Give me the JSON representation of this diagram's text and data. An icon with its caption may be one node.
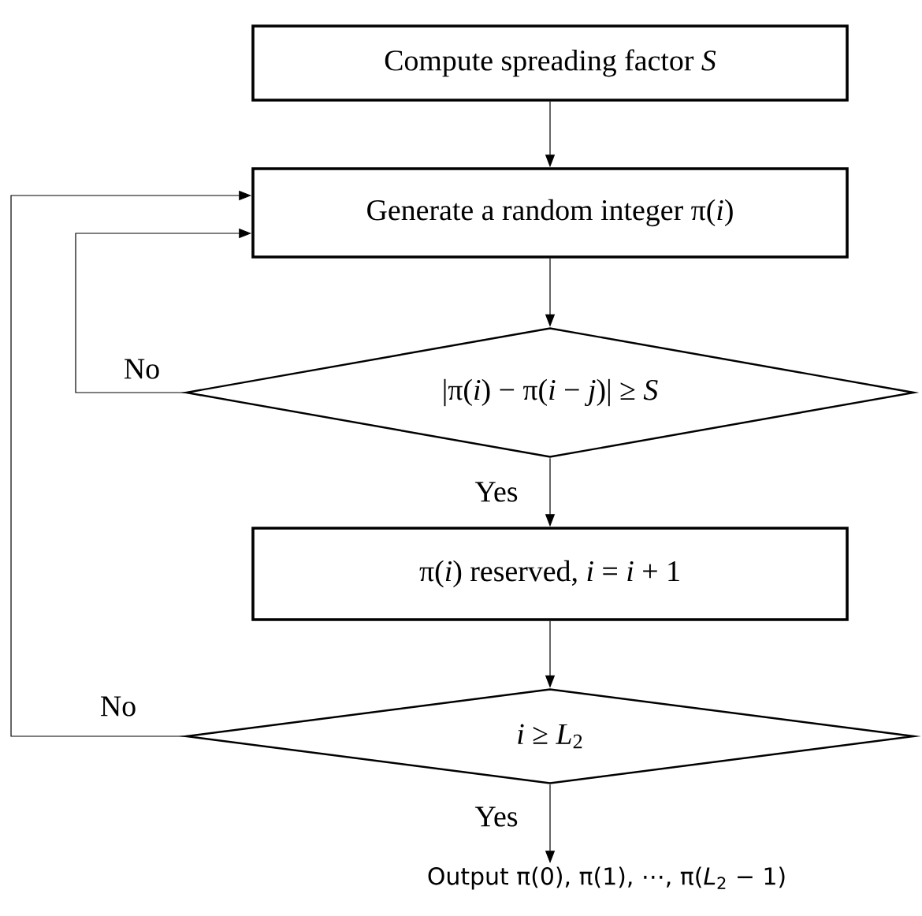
{
  "diagram": {
    "nodes": [
      {
        "text": [
          "Compute spreading factor *S*"
        ]
      },
      {
        "text": [
          "Generate a random integer π(*i*)"
        ]
      },
      {
        "text": [
          "|π(*i*) − π(*i* − *j*)| ≥ *S*"
        ]
      },
      {
        "text": [
          "π(*i*) reserved, *i* = *i* + 1"
        ]
      },
      {
        "text": [
          "*i* ≥ *L*$_{2}$"
        ]
      },
      {
        "text": [
          "Output π(0), π(1), ⋯, π(*L*$_{2}$ − 1)"
        ]
      }
    ],
    "edges": [
      {
        "from": 0,
        "to": 1,
        "arrow": "to"
      },
      {
        "from": 1,
        "to": 2,
        "arrow": "to"
      },
      {
        "from": 2,
        "to": 3,
        "arrow": "to",
        "label": "Yes"
      },
      {
        "from": 2,
        "to": 1,
        "arrow": "to",
        "label": "No"
      },
      {
        "from": 3,
        "to": 4,
        "arrow": "to"
      },
      {
        "from": 4,
        "to": 5,
        "arrow": "to",
        "label": "Yes"
      },
      {
        "from": 4,
        "to": 1,
        "arrow": "to",
        "label": "No"
      }
    ]
  }
}
